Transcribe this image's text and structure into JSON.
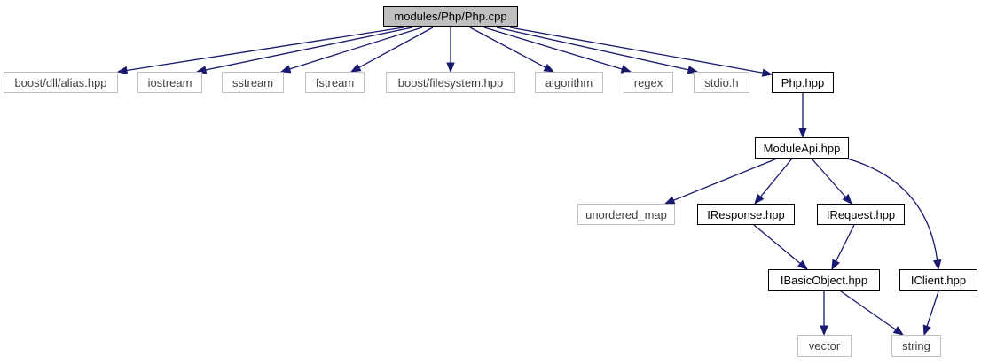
{
  "graph": {
    "nodes": [
      {
        "id": "php_cpp",
        "label": "modules/Php/Php.cpp",
        "kind": "main"
      },
      {
        "id": "boost_dll",
        "label": "boost/dll/alias.hpp",
        "kind": "system"
      },
      {
        "id": "iostream",
        "label": "iostream",
        "kind": "system"
      },
      {
        "id": "sstream",
        "label": "sstream",
        "kind": "system"
      },
      {
        "id": "fstream",
        "label": "fstream",
        "kind": "system"
      },
      {
        "id": "boost_fs",
        "label": "boost/filesystem.hpp",
        "kind": "system"
      },
      {
        "id": "algorithm",
        "label": "algorithm",
        "kind": "system"
      },
      {
        "id": "regex",
        "label": "regex",
        "kind": "system"
      },
      {
        "id": "stdio",
        "label": "stdio.h",
        "kind": "system"
      },
      {
        "id": "php_hpp",
        "label": "Php.hpp",
        "kind": "local"
      },
      {
        "id": "moduleapi",
        "label": "ModuleApi.hpp",
        "kind": "local"
      },
      {
        "id": "unordered_map",
        "label": "unordered_map",
        "kind": "system"
      },
      {
        "id": "iresponse",
        "label": "IResponse.hpp",
        "kind": "local"
      },
      {
        "id": "irequest",
        "label": "IRequest.hpp",
        "kind": "local"
      },
      {
        "id": "iclient",
        "label": "IClient.hpp",
        "kind": "local"
      },
      {
        "id": "ibasicobject",
        "label": "IBasicObject.hpp",
        "kind": "local"
      },
      {
        "id": "vector",
        "label": "vector",
        "kind": "system"
      },
      {
        "id": "string",
        "label": "string",
        "kind": "system"
      }
    ],
    "edges": [
      {
        "from": "php_cpp",
        "to": "boost_dll"
      },
      {
        "from": "php_cpp",
        "to": "iostream"
      },
      {
        "from": "php_cpp",
        "to": "sstream"
      },
      {
        "from": "php_cpp",
        "to": "fstream"
      },
      {
        "from": "php_cpp",
        "to": "boost_fs"
      },
      {
        "from": "php_cpp",
        "to": "algorithm"
      },
      {
        "from": "php_cpp",
        "to": "regex"
      },
      {
        "from": "php_cpp",
        "to": "stdio"
      },
      {
        "from": "php_cpp",
        "to": "php_hpp"
      },
      {
        "from": "php_hpp",
        "to": "moduleapi"
      },
      {
        "from": "moduleapi",
        "to": "unordered_map"
      },
      {
        "from": "moduleapi",
        "to": "iresponse"
      },
      {
        "from": "moduleapi",
        "to": "irequest"
      },
      {
        "from": "moduleapi",
        "to": "iclient"
      },
      {
        "from": "iresponse",
        "to": "ibasicobject"
      },
      {
        "from": "irequest",
        "to": "ibasicobject"
      },
      {
        "from": "ibasicobject",
        "to": "vector"
      },
      {
        "from": "ibasicobject",
        "to": "string"
      },
      {
        "from": "iclient",
        "to": "string"
      }
    ],
    "colors": {
      "edge": "#191970",
      "main_fill": "#bfbfbf",
      "local_border": "#000000",
      "system_border": "#bfbfbf",
      "system_text": "#404040"
    }
  }
}
